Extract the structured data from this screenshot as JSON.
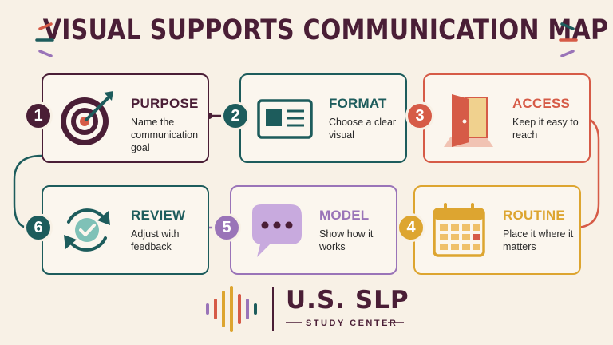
{
  "title": "VISUAL SUPPORTS COMMUNICATION MAP",
  "colors": {
    "plum": "#4a1e36",
    "teal": "#1d5c5c",
    "red": "#d65b47",
    "gold": "#dda530",
    "purple": "#9a74b8",
    "background": "#f8f1e6"
  },
  "steps": [
    {
      "number": "1",
      "heading": "PURPOSE",
      "description": "Name the communication goal",
      "icon": "target-icon"
    },
    {
      "number": "2",
      "heading": "FORMAT",
      "description": "Choose a clear visual",
      "icon": "visual-card-icon"
    },
    {
      "number": "3",
      "heading": "ACCESS",
      "description": "Keep it easy to reach",
      "icon": "open-door-icon"
    },
    {
      "number": "4",
      "heading": "ROUTINE",
      "description": "Place it where it matters",
      "icon": "calendar-icon"
    },
    {
      "number": "5",
      "heading": "MODEL",
      "description": "Show how it works",
      "icon": "speech-bubble-icon"
    },
    {
      "number": "6",
      "heading": "REVIEW",
      "description": "Adjust with feedback",
      "icon": "review-cycle-icon"
    }
  ],
  "logo": {
    "name": "U.S. SLP",
    "subtitle": "STUDY CENTER",
    "icon": "sound-wave-icon"
  }
}
